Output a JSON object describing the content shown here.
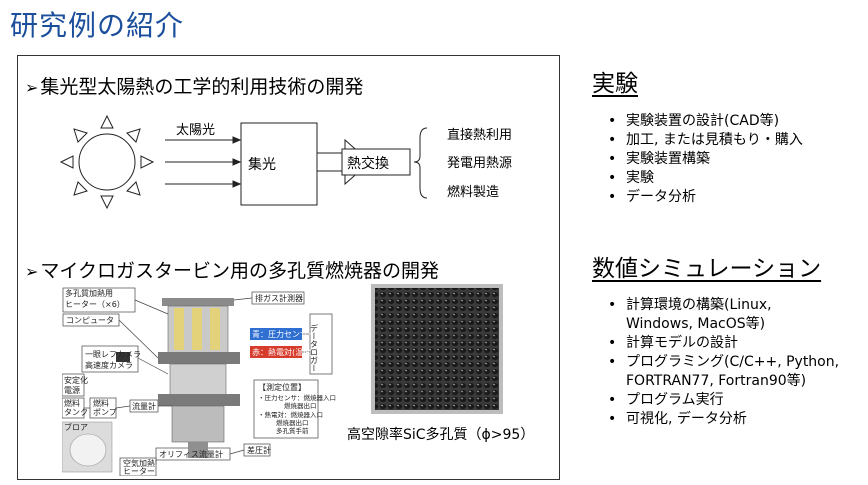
{
  "title": "研究例の紹介",
  "left": {
    "section1_heading": "集光型太陽熱の工学的利用技術の開発",
    "diagram1": {
      "sunlight_label": "太陽光",
      "collect_label": "集光",
      "heat_exchange_label": "熱交換",
      "outputs": [
        "直接熱利用",
        "発電用熱源",
        "燃料製造"
      ]
    },
    "section2_heading": "マイクロガスタービン用の多孔質燃焼器の開発",
    "apparatus": {
      "labels": {
        "porous_heater": "多孔質加熱用",
        "heater_x6": "ヒーター（×6）",
        "computer": "コンピュータ",
        "single_lens": "一眼レフカメラ",
        "high_speed_camera": "高速度カメラ",
        "stabilized_power": "安定化",
        "power_supply": "電源",
        "fuel": "燃料",
        "tank": "タンク",
        "fuel2": "燃料",
        "pump": "ポンプ",
        "blower": "ブロア",
        "flowmeter": "流量計",
        "exhaust_analyzer": "排ガス計測器",
        "blue_sensor": "青：圧力センサー",
        "red_thermo": "赤：熱電対(温度)",
        "data_logger": "データロガー",
        "measure_pos": "【測定位置】",
        "m1": "・圧力センサ：燃焼器入口",
        "m2": "燃焼器出口",
        "m3": "・熱電対：燃焼器入口",
        "m4": "燃焼器出口",
        "m5": "多孔質手前",
        "orifice": "オリフィス流量計",
        "pressure_gauge": "差圧計",
        "air_heater1": "空気加熱",
        "air_heater2": "ヒーター"
      }
    },
    "photo_caption": "高空隙率SiC多孔質（ϕ>95）"
  },
  "right": {
    "experiment_heading": "実験",
    "experiment_items": [
      "実験装置の設計(CAD等)",
      "加工, または見積もり・購入",
      "実験装置構築",
      "実験",
      "データ分析"
    ],
    "simulation_heading": "数値シミュレーション",
    "simulation_items": [
      "計算環境の構築(Linux, Windows, MacOS等)",
      "計算モデルの設計",
      "プログラミング(C/C++, Python, FORTRAN77, Fortran90等)",
      "プログラム実行",
      "可視化, データ分析"
    ]
  },
  "colors": {
    "title": "#1b4f9c",
    "blue_sensor": "#2e6fd1",
    "red_thermo": "#d63b2c"
  }
}
